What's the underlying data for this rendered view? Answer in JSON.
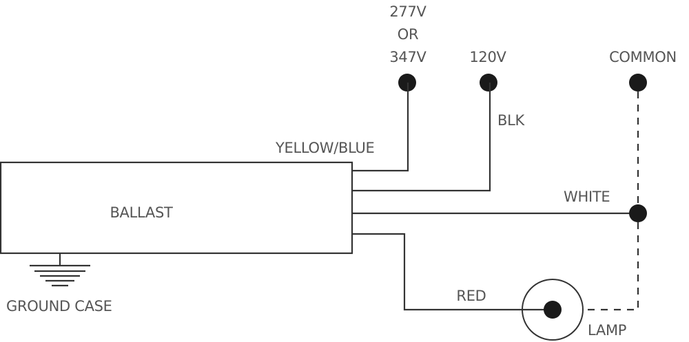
{
  "diagram": {
    "title": "Ballast wiring diagram",
    "ballast_label": "BALLAST",
    "ground_label": "GROUND CASE",
    "terminals": {
      "high_voltage": {
        "line1": "277V",
        "line2": "OR",
        "line3": "347V"
      },
      "low_voltage": "120V",
      "common": "COMMON"
    },
    "wires": {
      "yellow_blue": "YELLOW/BLUE",
      "black": "BLK",
      "white": "WHITE",
      "red": "RED"
    },
    "lamp_label": "LAMP",
    "colors": {
      "line": "#333333",
      "text": "#555555",
      "terminal": "#1a1a1a"
    }
  }
}
